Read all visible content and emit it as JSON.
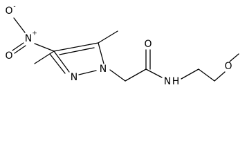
{
  "molecule": {
    "atoms": {
      "nitro_o_upper": "O",
      "nitro_charge_upper": "-",
      "nitro_n": "N",
      "nitro_charge_n": "+",
      "nitro_o_lower": "O",
      "ring_n2": "N",
      "ring_n1": "N",
      "carbonyl_o": "O",
      "amide_n": "N",
      "amide_h": "H",
      "ether_o": "O"
    }
  }
}
